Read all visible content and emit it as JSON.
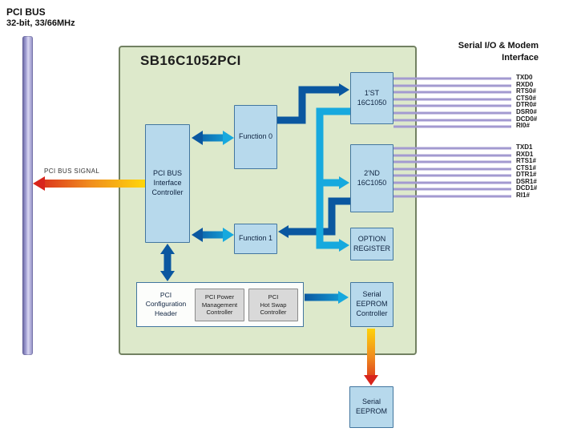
{
  "colors": {
    "chip_bg": "#dde9cb",
    "block_bg": "#b7d9ec",
    "block_border": "#42769f",
    "navy_arrow": "#0a57a0",
    "cyan_arrow": "#17a9de",
    "red_arrow": "#d8251c",
    "yellow_arrow": "#ffd60a",
    "pci_bar": "#a5a2d6",
    "signal_line": "#a39ad0"
  },
  "pci": {
    "title": "PCI BUS",
    "subtitle": "32-bit, 33/66MHz",
    "signal_label": "PCI BUS SIGNAL"
  },
  "chip": {
    "title": "SB16C1052PCI",
    "blocks": {
      "interface": "PCI BUS\nInterface\nController",
      "function0": "Function 0",
      "function1": "Function 1",
      "uart1": "1'ST\n16C1050",
      "uart2": "2'ND\n16C1050",
      "option": "OPTION\nREGISTER",
      "config": "PCI\nConfiguration\nHeader",
      "power": "PCI Power\nManagement\nController",
      "hotswap": "PCI\nHot Swap\nController",
      "eeprom_ctrl": "Serial\nEEPROM\nController"
    }
  },
  "external": {
    "eeprom": "Serial\nEEPROM"
  },
  "serial_interface": {
    "heading": "Serial I/O & Modem\nInterface",
    "port0": [
      "TXD0",
      "RXD0",
      "RTS0#",
      "CTS0#",
      "DTR0#",
      "DSR0#",
      "DCD0#",
      "RI0#"
    ],
    "port1": [
      "TXD1",
      "RXD1",
      "RTS1#",
      "CTS1#",
      "DTR1#",
      "DSR1#",
      "DCD1#",
      "RI1#"
    ]
  }
}
